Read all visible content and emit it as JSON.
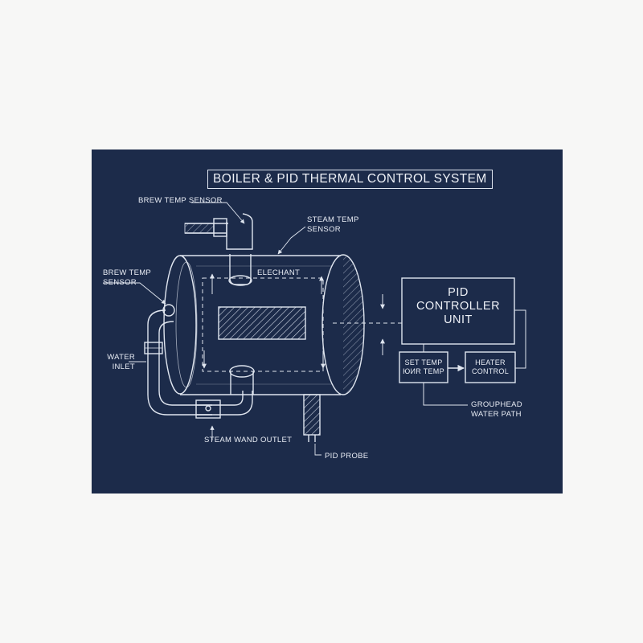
{
  "title": "BOILER & PID THERMAL CONTROL SYSTEM",
  "colors": {
    "background": "#1c2b4a",
    "line": "#dfe5ef",
    "page": "#f7f7f6"
  },
  "labels": {
    "brew_temp_sensor_top": "BREW TEMP SENSOR",
    "steam_temp_sensor_line1": "STEAM TEMP",
    "steam_temp_sensor_line2": "SENSOR",
    "brew_temp_sensor_left_line1": "BREW TEMP",
    "brew_temp_sensor_left_line2": "SENSOR",
    "element": "ELECHANT",
    "water_inlet_line1": "WATER",
    "water_inlet_line2": "INLET",
    "steam_wand_outlet": "STEAM WAND OUTLET",
    "pid_probe": "PID PROBE",
    "grouphead_line1": "GROUPHEAD",
    "grouphead_line2": "WATER PATH"
  },
  "controller": {
    "line1": "PID",
    "line2": "CONTROLLER",
    "line3": "UNIT",
    "set_temp_line1": "SET TEMP",
    "set_temp_line2": "ЮИR TEMP",
    "heater_line1": "HEATER",
    "heater_line2": "CONTROL"
  }
}
